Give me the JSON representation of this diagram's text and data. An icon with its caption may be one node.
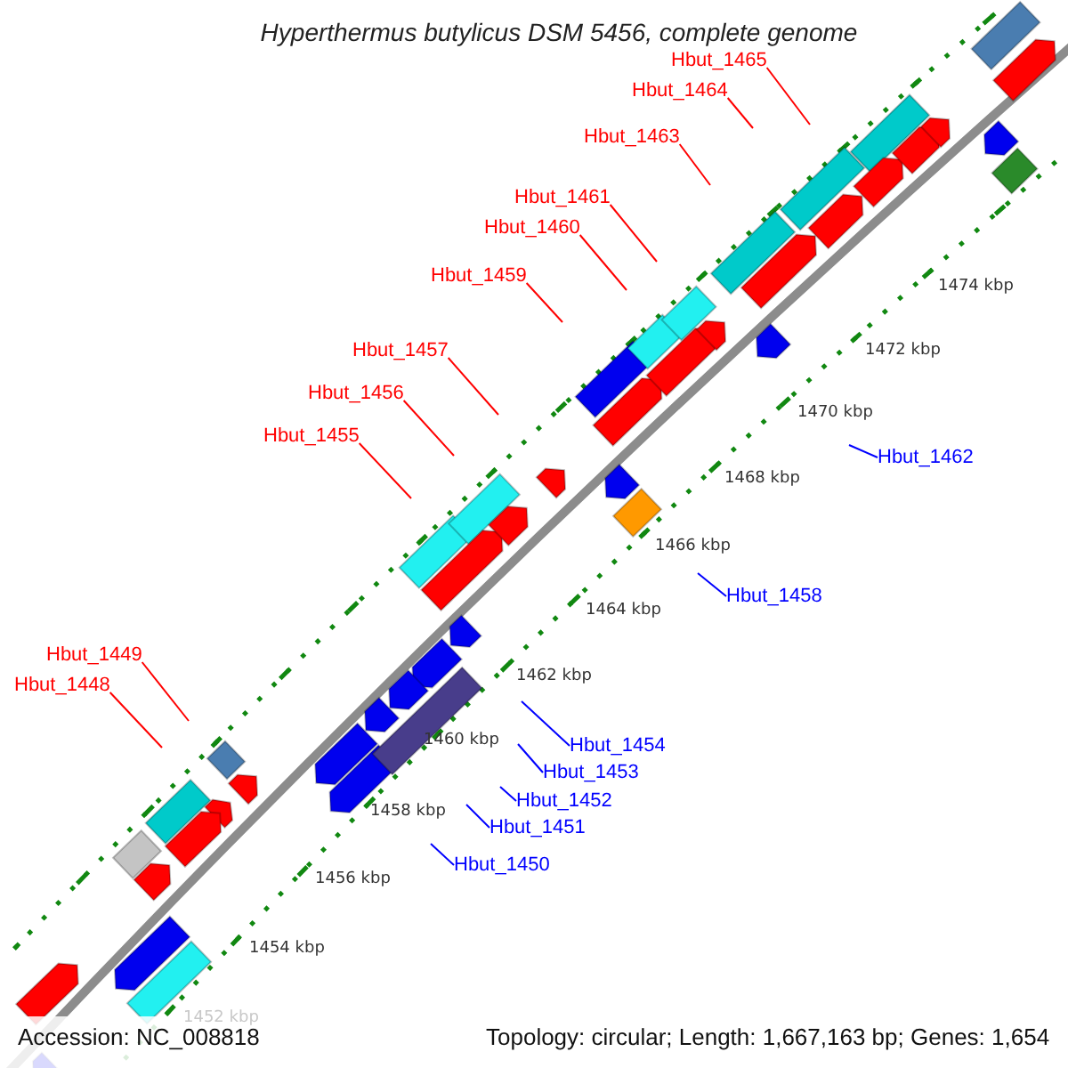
{
  "diagram": {
    "title": "Hyperthermus butylicus DSM 5456, complete genome",
    "nodes": [
      {
        "text": [
          "Hbut_1465"
        ]
      },
      {
        "text": [
          "Hbut_1464"
        ]
      },
      {
        "text": [
          "Hbut_1463"
        ]
      },
      {
        "text": [
          "Hbut_1461"
        ]
      },
      {
        "text": [
          "Hbut_1460"
        ]
      },
      {
        "text": [
          "Hbut_1459"
        ]
      },
      {
        "text": [
          "Hbut_1457"
        ]
      },
      {
        "text": [
          "Hbut_1456"
        ]
      },
      {
        "text": [
          "Hbut_1455"
        ]
      },
      {
        "text": [
          "Hbut_1462"
        ]
      },
      {
        "text": [
          "Hbut_1458"
        ]
      },
      {
        "text": [
          "Hbut_1449"
        ]
      },
      {
        "text": [
          "Hbut_1448"
        ]
      },
      {
        "text": [
          "Hbut_1454"
        ]
      },
      {
        "text": [
          "Hbut_1453"
        ]
      },
      {
        "text": [
          "Hbut_1452"
        ]
      },
      {
        "text": [
          "Hbut_1451"
        ]
      },
      {
        "text": [
          "Hbut_1450"
        ]
      }
    ],
    "edges": [
      {
        "from": 0,
        "to": null,
        "arrow": "none"
      },
      {
        "from": 1,
        "to": null,
        "arrow": "none"
      },
      {
        "from": 2,
        "to": null,
        "arrow": "none"
      },
      {
        "from": 3,
        "to": null,
        "arrow": "none"
      },
      {
        "from": 4,
        "to": null,
        "arrow": "none"
      },
      {
        "from": 5,
        "to": null,
        "arrow": "none"
      },
      {
        "from": 6,
        "to": null,
        "arrow": "none"
      },
      {
        "from": 7,
        "to": null,
        "arrow": "none"
      },
      {
        "from": 8,
        "to": null,
        "arrow": "none"
      },
      {
        "from": 9,
        "to": null,
        "arrow": "none",
        "color": "#0000ff"
      },
      {
        "from": 10,
        "to": null,
        "arrow": "none",
        "color": "#0000ff"
      },
      {
        "from": 11,
        "to": null,
        "arrow": "none"
      },
      {
        "from": 12,
        "to": null,
        "arrow": "none"
      },
      {
        "from": 13,
        "to": null,
        "arrow": "none",
        "color": "#0000ff"
      },
      {
        "from": 14,
        "to": null,
        "arrow": "none",
        "color": "#0000ff"
      },
      {
        "from": 15,
        "to": null,
        "arrow": "none",
        "color": "#0000ff"
      },
      {
        "from": 16,
        "to": null,
        "arrow": "none",
        "color": "#0000ff"
      },
      {
        "from": 17,
        "to": null,
        "arrow": "none",
        "color": "#0000ff"
      }
    ],
    "labels": [
      "1474 kbp",
      "1472 kbp",
      "1470 kbp",
      "1468 kbp",
      "1466 kbp",
      "1464 kbp",
      "1462 kbp",
      "1460 kbp",
      "1458 kbp",
      "1456 kbp",
      "1454 kbp",
      "1452 kbp",
      "Accession: NC_008818",
      "Topology: circular; Length: 1,667,163 bp; Genes: 1,654"
    ]
  }
}
